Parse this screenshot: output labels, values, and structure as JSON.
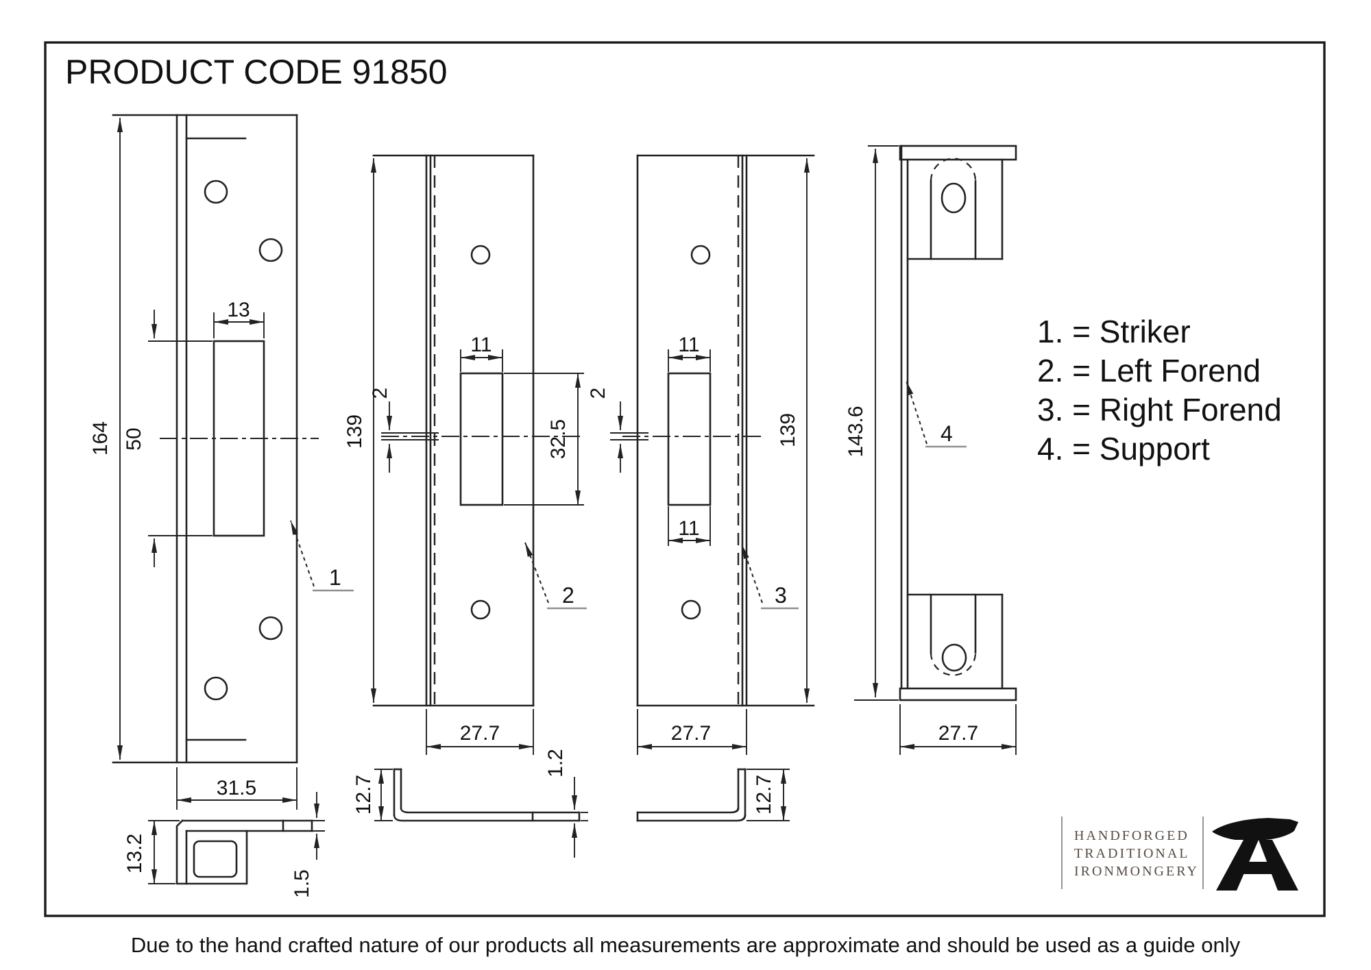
{
  "title": "PRODUCT CODE 91850",
  "parts": {
    "striker": {
      "leader": "1",
      "overall_height": "164",
      "cutout_height": "50",
      "cutout_width": "13",
      "width": "31.5",
      "keep_depth": "13.2",
      "thickness": "1.5"
    },
    "left_forend": {
      "leader": "2",
      "height": "139",
      "centre_offset": "2",
      "slot_width": "11",
      "slot_height": "32.5",
      "width": "27.7",
      "lip_height": "12.7",
      "thickness": "1.2"
    },
    "right_forend": {
      "leader": "3",
      "height": "139",
      "centre_offset": "2",
      "slot_width_top": "11",
      "slot_width_bottom": "11",
      "width": "27.7",
      "lip_height": "12.7"
    },
    "support": {
      "leader": "4",
      "height": "143.6",
      "width": "27.7"
    }
  },
  "legend": {
    "items": [
      {
        "text": "1. = Striker"
      },
      {
        "text": "2. = Left Forend"
      },
      {
        "text": "3. = Right Forend"
      },
      {
        "text": "4. = Support"
      }
    ]
  },
  "logo": {
    "icon": "anvil-icon",
    "lines": [
      "HANDFORGED",
      "TRADITIONAL",
      "IRONMONGERY"
    ]
  },
  "footer": {
    "disclaimer": "Due to the hand crafted nature of our products all measurements are approximate and should be used as a guide only"
  },
  "colors": {
    "line": "#222222",
    "logo_text": "#554a42",
    "rule": "#9a938c",
    "anvil": "#111111"
  }
}
